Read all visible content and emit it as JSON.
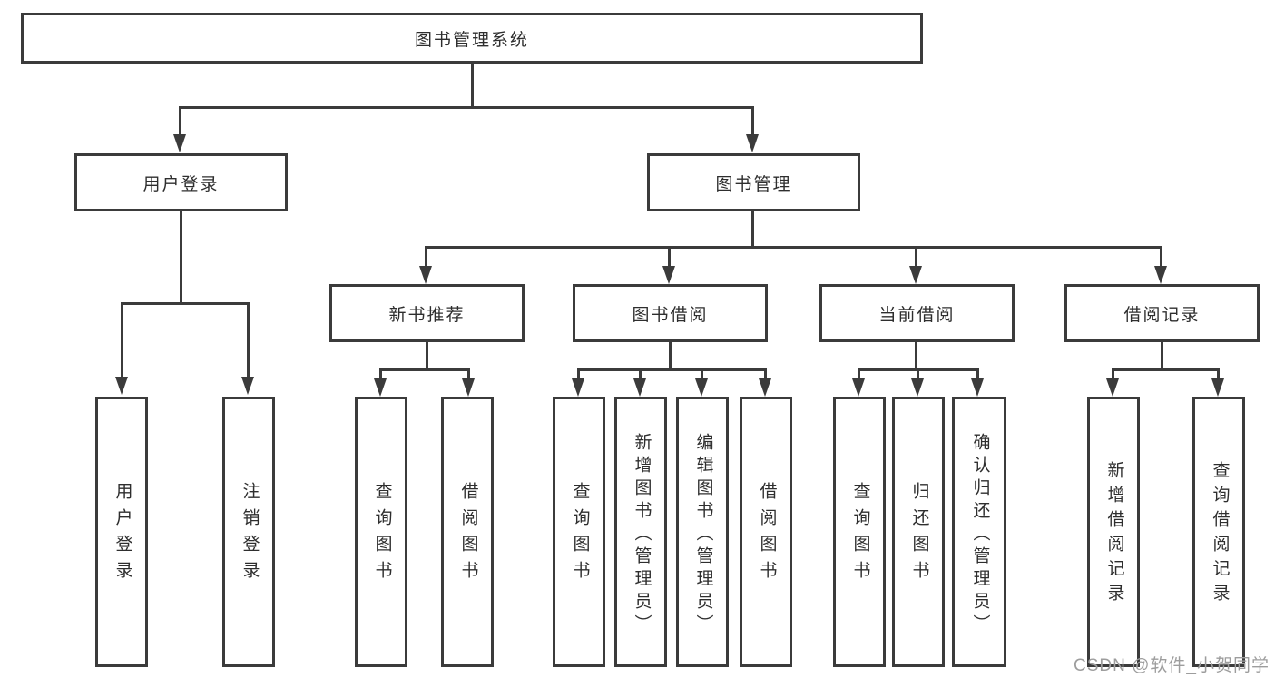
{
  "diagram": {
    "title": "图书管理系统",
    "watermark": "CSDN @软件_小贺同学",
    "colors": {
      "line": "#3b3b3b",
      "text": "#2e2e2e",
      "watermark": "#9d9d9d",
      "background": "#ffffff"
    },
    "nodes": {
      "root": "图书管理系统",
      "user_login": "用户登录",
      "book_mgmt": "图书管理",
      "new_book_rec": "新书推荐",
      "book_borrow": "图书借阅",
      "current_borrow": "当前借阅",
      "borrow_record": "借阅记录",
      "leaf_user_login": "用户登录",
      "leaf_logout": "注销登录",
      "leaf_query_book_1": "查询图书",
      "leaf_borrow_book_1": "借阅图书",
      "leaf_query_book_2": "查询图书",
      "leaf_add_book": "新增图书（管理员）",
      "leaf_edit_book": "编辑图书（管理员）",
      "leaf_borrow_book_2": "借阅图书",
      "leaf_query_book_3": "查询图书",
      "leaf_return_book": "归还图书",
      "leaf_confirm_return": "确认归还（管理员）",
      "leaf_add_record": "新增借阅记录",
      "leaf_query_record": "查询借阅记录"
    }
  }
}
